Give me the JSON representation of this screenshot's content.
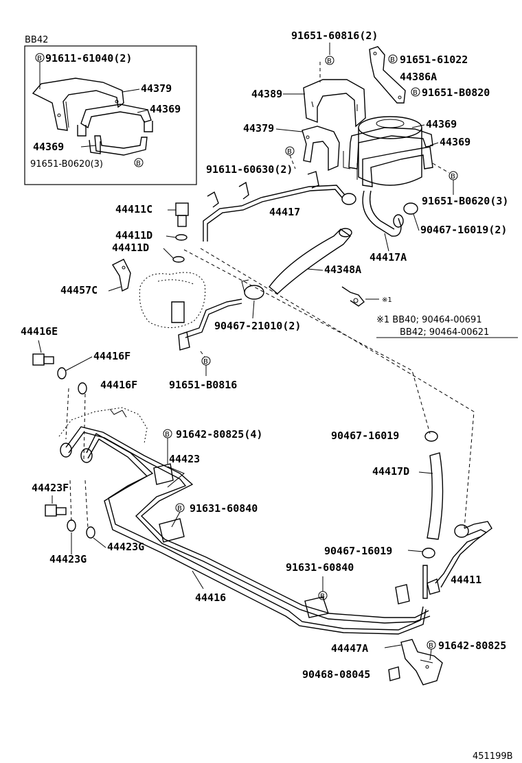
{
  "diagram": {
    "inset_box_label": "BB42",
    "catalog_id": "451199B",
    "bolt_symbol": "B",
    "note_symbol": "※1",
    "note_lines": [
      "※1 BB40; 90464-00691",
      "BB42; 90464-00621"
    ],
    "labels": {
      "p91611_61040": "91611-61040(2)",
      "p44379_inset": "44379",
      "p44369_inset_a": "44369",
      "p44369_inset_b": "44369",
      "p91651_B0620_inset": "91651-B0620(3)",
      "p91651_60816": "91651-60816(2)",
      "p91651_61022": "91651-61022",
      "p44386A": "44386A",
      "p91651_B0820": "91651-B0820",
      "p44389": "44389",
      "p44379": "44379",
      "p44369_a": "44369",
      "p44369_b": "44369",
      "p91611_60630": "91611-60630(2)",
      "p91651_B0620": "91651-B0620(3)",
      "p44417": "44417",
      "p90467_16019_2": "90467-16019(2)",
      "p44411C": "44411C",
      "p44411D_a": "44411D",
      "p44411D_b": "44411D",
      "p44417A": "44417A",
      "p44348A": "44348A",
      "p44457C": "44457C",
      "p90467_21010": "90467-21010(2)",
      "p44416E": "44416E",
      "p44416F_a": "44416F",
      "p44416F_b": "44416F",
      "p91651_B0816": "91651-B0816",
      "p91642_80825_4": "91642-80825(4)",
      "p90467_16019_a": "90467-16019",
      "p44423": "44423",
      "p44417D": "44417D",
      "p44423F": "44423F",
      "p91631_60840_a": "91631-60840",
      "p44423G_a": "44423G",
      "p44423G_b": "44423G",
      "p90467_16019_b": "90467-16019",
      "p91631_60840_b": "91631-60840",
      "p44411": "44411",
      "p44416": "44416",
      "p44447A": "44447A",
      "p91642_80825": "91642-80825",
      "p90468_08045": "90468-08045"
    }
  }
}
